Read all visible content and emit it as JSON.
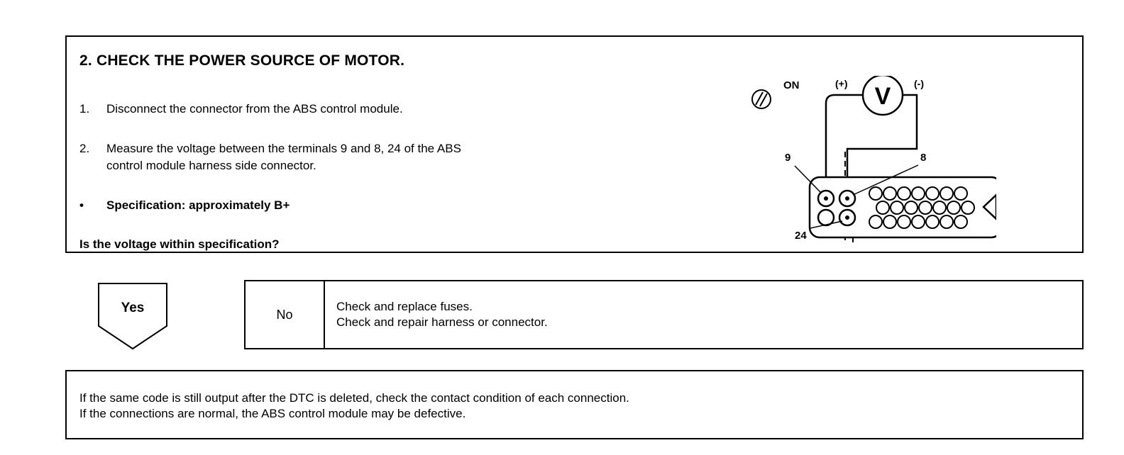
{
  "step": {
    "title": "2.  CHECK THE POWER SOURCE OF MOTOR.",
    "items": [
      {
        "num": "1.",
        "text": "Disconnect the connector from the ABS control module."
      },
      {
        "num": "2.",
        "text": "Measure the voltage between the terminals 9 and 8, 24 of the ABS",
        "text2": "control module harness side connector."
      },
      {
        "num": "•",
        "text": "Specification: approximately B+"
      }
    ],
    "question": "Is the voltage within specification?"
  },
  "diagram": {
    "ignition_label": "ON",
    "plus_label": "(+)",
    "minus_label": "(-)",
    "meter_symbol": "V",
    "terminal_9": "9",
    "terminal_8": "8",
    "terminal_24": "24"
  },
  "yes": {
    "label": "Yes"
  },
  "no": {
    "label": "No",
    "line1": "Check and replace fuses.",
    "line2": "Check and repair harness or connector."
  },
  "note": {
    "line1": "If the same code is still output after the DTC is deleted, check the contact condition of each connection.",
    "line2": "If the connections are normal, the ABS control module may be defective."
  }
}
